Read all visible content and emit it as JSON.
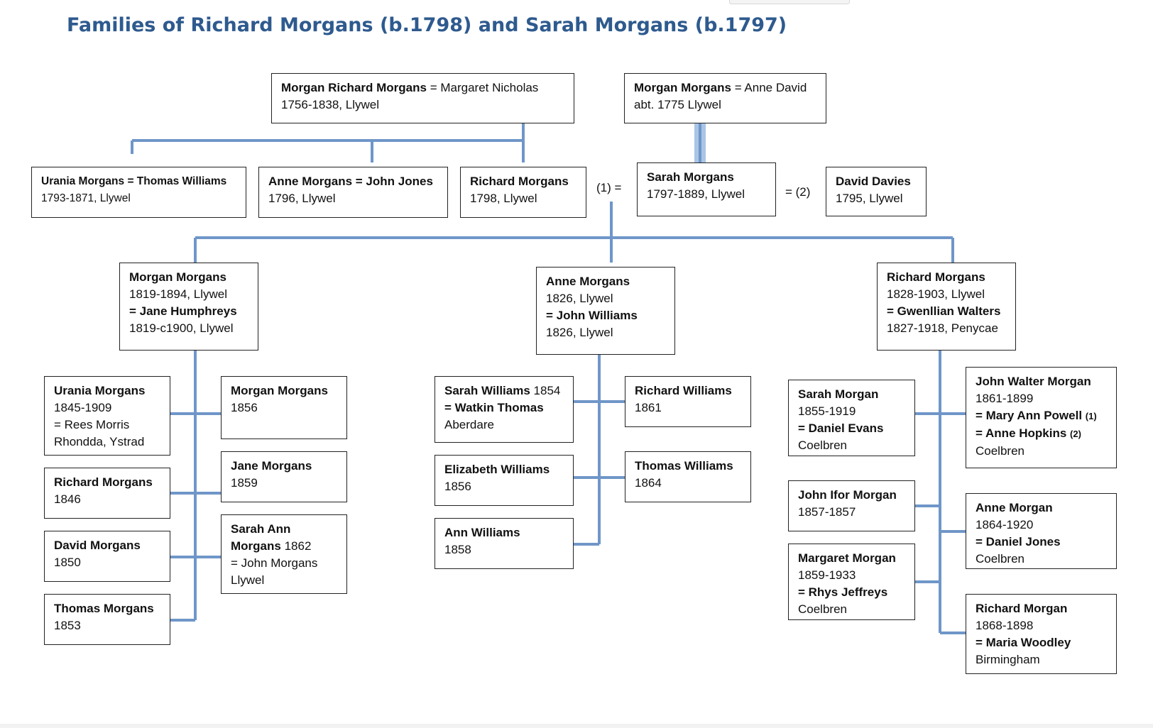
{
  "title": "Families of Richard Morgans (b.1798) and Sarah Morgans (b.1797)",
  "colors": {
    "title": "#2e5a8e",
    "connector": "#6f96c8",
    "border": "#222222"
  },
  "gen1": {
    "morgan_richard": {
      "name": "Morgan Richard Morgans",
      "spouse": "= Margaret Nicholas",
      "detail": "1756-1838, Llywel"
    },
    "morgan_morgans": {
      "name": "Morgan Morgans",
      "spouse": "= Anne David",
      "detail": "abt. 1775 Llywel"
    }
  },
  "gen2": {
    "urania": {
      "name": "Urania Morgans = Thomas Williams",
      "detail": "1793-1871, Llywel"
    },
    "anne": {
      "name": "Anne Morgans = John Jones",
      "detail": "1796, Llywel"
    },
    "richard": {
      "name": "Richard Morgans",
      "detail": "1798, Llywel"
    },
    "sarah": {
      "name": "Sarah Morgans",
      "detail": "1797-1889, Llywel"
    },
    "david_davies": {
      "name": "David Davies",
      "detail": "1795, Llywel"
    },
    "marriage1": "(1) =",
    "marriage2": "= (2)"
  },
  "gen3": {
    "morgan": {
      "name": "Morgan Morgans",
      "detail": "1819-1894, Llywel",
      "spouse": "= Jane Humphreys",
      "spouse_detail": "1819-c1900, Llywel"
    },
    "anne": {
      "name": "Anne Morgans",
      "detail": "1826, Llywel",
      "spouse": "= John Williams",
      "spouse_detail": "1826, Llywel"
    },
    "richard": {
      "name": "Richard Morgans",
      "detail": "1828-1903, Llywel",
      "spouse": "= Gwenllian Walters",
      "spouse_detail": "1827-1918, Penycae"
    }
  },
  "gen4_morgan": {
    "urania": {
      "name": "Urania Morgans",
      "detail": "1845-1909",
      "spouse": "= Rees Morris",
      "place": "Rhondda, Ystrad"
    },
    "richard": {
      "name": "Richard Morgans",
      "detail": "1846"
    },
    "david": {
      "name": "David Morgans",
      "detail": "1850"
    },
    "thomas": {
      "name": "Thomas Morgans",
      "detail": "1853"
    },
    "morgan": {
      "name": "Morgan Morgans",
      "detail": "1856"
    },
    "jane": {
      "name": "Jane Morgans",
      "detail": "1859"
    },
    "sarah_ann": {
      "name1": "Sarah Ann",
      "name2": "Morgans",
      "year": "1862",
      "spouse": "= John Morgans",
      "place": "Llywel"
    }
  },
  "gen4_anne": {
    "sarah": {
      "name": "Sarah Williams",
      "year": "1854",
      "spouse": "= Watkin Thomas",
      "place": "Aberdare"
    },
    "elizabeth": {
      "name": "Elizabeth Williams",
      "detail": "1856"
    },
    "ann": {
      "name": "Ann Williams",
      "detail": "1858"
    },
    "richard": {
      "name": "Richard Williams",
      "detail": "1861"
    },
    "thomas": {
      "name": "Thomas Williams",
      "detail": "1864"
    }
  },
  "gen4_richard": {
    "sarah": {
      "name": "Sarah Morgan",
      "detail": "1855-1919",
      "spouse": "= Daniel Evans",
      "place": "Coelbren"
    },
    "john_ifor": {
      "name": "John Ifor Morgan",
      "detail": "1857-1857"
    },
    "margaret": {
      "name": "Margaret Morgan",
      "detail": "1859-1933",
      "spouse": "= Rhys Jeffreys",
      "place": "Coelbren"
    },
    "john_walter": {
      "name": "John Walter Morgan",
      "detail": "1861-1899",
      "spouse1": "= Mary Ann Powell",
      "mark1": "(1)",
      "spouse2": "= Anne Hopkins",
      "mark2": "(2)",
      "place": "Coelbren"
    },
    "anne": {
      "name": "Anne Morgan",
      "detail": "1864-1920",
      "spouse": "= Daniel Jones",
      "place": "Coelbren"
    },
    "richard": {
      "name": "Richard Morgan",
      "detail": "1868-1898",
      "spouse": "= Maria Woodley",
      "place": "Birmingham"
    }
  }
}
